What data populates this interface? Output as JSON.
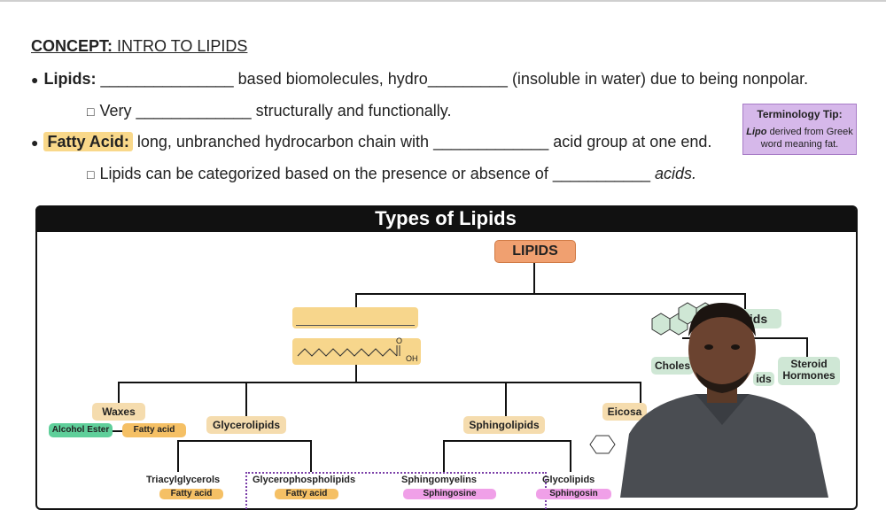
{
  "header": {
    "concept_label": "CONCEPT:",
    "concept_title": "INTRO TO LIPIDS"
  },
  "notes": {
    "line1": {
      "term": "Lipids:",
      "blank1": "_______________",
      "text1": "based biomolecules, hydro",
      "blank2": "_________",
      "text2": "(insoluble in water) due to being nonpolar."
    },
    "line2": {
      "text1": "Very",
      "blank": "_____________",
      "text2": "structurally and functionally."
    },
    "line3": {
      "term": "Fatty Acid:",
      "text1": "long, unbranched hydrocarbon chain with",
      "blank": "_____________",
      "text2": "acid group at one end."
    },
    "line4": {
      "text1": "Lipids can be categorized based on the presence or absence of",
      "blank": "___________",
      "text2": "acids."
    }
  },
  "tip": {
    "title": "Terminology Tip:",
    "term": "Lipo",
    "body1": "derived from Greek",
    "body2": "word meaning fat."
  },
  "diagram": {
    "title": "Types of Lipids",
    "root": "LIPIDS",
    "fa_label": "OH",
    "fa_o": "O",
    "right_branch": "ids",
    "chol": "Choles",
    "chol_suffix": "ids",
    "steroid": "Steroid\nHormones",
    "waxes": "Waxes",
    "alcohol_ester": "Alcohol Ester",
    "fatty_acid": "Fatty acid",
    "glycerolipids": "Glycerolipids",
    "sphingolipids": "Sphingolipids",
    "eicosa": "Eicosa",
    "triacylglycerols": "Triacylglycerols",
    "glycerophospholipids": "Glycerophospholipids",
    "sphingomyelins": "Sphingomyelins",
    "glycolipids": "Glycolipids",
    "sphingosine": "Sphingosine",
    "sphingosine_cut": "Sphingosin"
  },
  "colors": {
    "root": "#f0a070",
    "category": "#f5dcae",
    "green": "#cfe7d5",
    "fatty_acid": "#f5c065",
    "ester": "#5fcf9a",
    "pink": "#f0a0e8"
  }
}
